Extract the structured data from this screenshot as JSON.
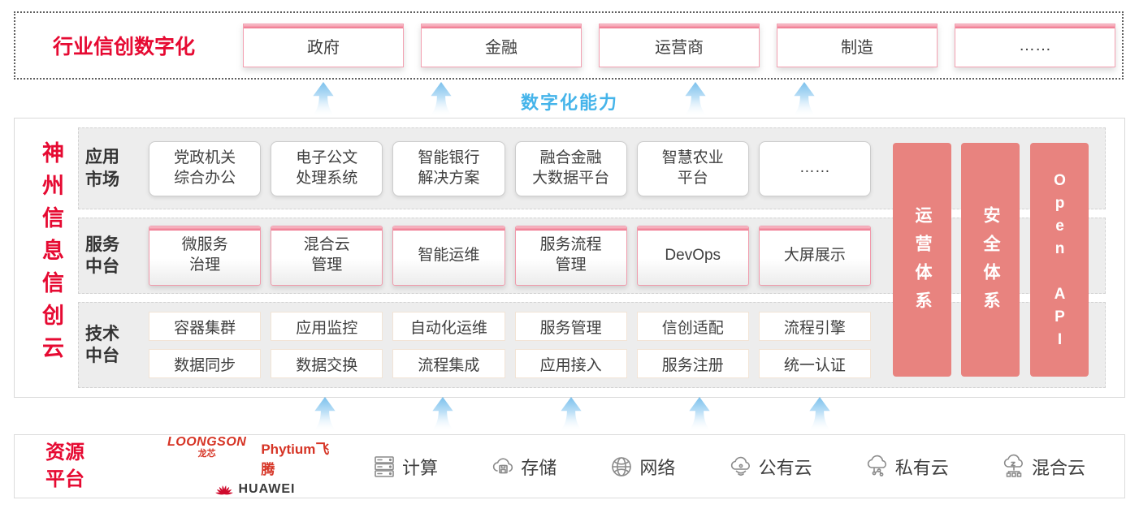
{
  "top_section": {
    "title": "行业信创数字化",
    "industries": [
      "政府",
      "金融",
      "运营商",
      "制造",
      "……"
    ]
  },
  "capability_label": "数字化能力",
  "platform": {
    "vertical_title": "神州信息信创云",
    "rows": [
      {
        "label": "应用\n市场",
        "items": [
          "党政机关\n综合办公",
          "电子公文\n处理系统",
          "智能银行\n解决方案",
          "融合金融\n大数据平台",
          "智慧农业\n平台",
          "……"
        ]
      },
      {
        "label": "服务\n中台",
        "items": [
          "微服务\n治理",
          "混合云\n管理",
          "智能运维",
          "服务流程\n管理",
          "DevOps",
          "大屏展示"
        ]
      },
      {
        "label": "技术\n中台",
        "items": [
          "容器集群",
          "应用监控",
          "自动化运维",
          "服务管理",
          "信创适配",
          "流程引擎",
          "数据同步",
          "数据交换",
          "流程集成",
          "应用接入",
          "服务注册",
          "统一认证"
        ]
      }
    ],
    "side_bars": [
      "运营体系",
      "安全体系",
      "Open API"
    ]
  },
  "resources": {
    "label": "资源\n平台",
    "vendors": {
      "loongson": "LOONGSON",
      "loongson_sub": "龙芯",
      "phytium": "Phytium飞腾",
      "huawei": "HUAWEI"
    },
    "items": [
      {
        "icon": "server-icon",
        "label": "计算"
      },
      {
        "icon": "storage-icon",
        "label": "存储"
      },
      {
        "icon": "network-icon",
        "label": "网络"
      },
      {
        "icon": "public-cloud-icon",
        "label": "公有云"
      },
      {
        "icon": "private-cloud-icon",
        "label": "私有云"
      },
      {
        "icon": "hybrid-cloud-icon",
        "label": "混合云"
      }
    ]
  },
  "colors": {
    "accent_red": "#e60a32",
    "bar_salmon": "#e8837f",
    "capability_blue": "#45b4ea",
    "pink_border": "#f09aab",
    "row_gray": "#ededed"
  }
}
